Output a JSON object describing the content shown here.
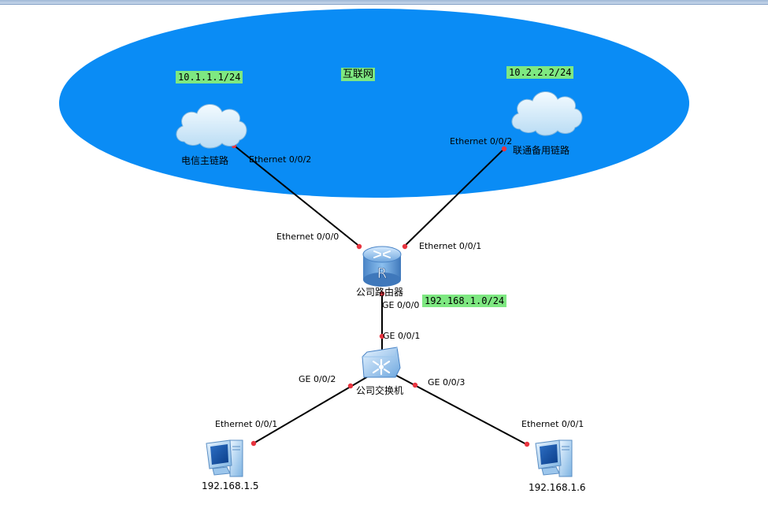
{
  "internet": {
    "label": "互联网",
    "color": "#0a8cf5"
  },
  "clouds": {
    "telecom": {
      "label": "电信主链路",
      "ip": "10.1.1.1/24",
      "port": "Ethernet 0/0/2"
    },
    "unicom": {
      "label": "联通备用链路",
      "ip": "10.2.2.2/24",
      "port": "Ethernet 0/0/2"
    }
  },
  "router": {
    "label": "公司路由器",
    "port_e0": "Ethernet 0/0/0",
    "port_e1": "Ethernet 0/0/1",
    "port_ge0": "GE 0/0/0",
    "lan_subnet": "192.168.1.0/24"
  },
  "switch": {
    "label": "公司交换机",
    "port_ge1": "GE 0/0/1",
    "port_ge2": "GE 0/0/2",
    "port_ge3": "GE 0/0/3"
  },
  "pcs": {
    "pc1": {
      "ip": "192.168.1.5",
      "port": "Ethernet 0/0/1"
    },
    "pc2": {
      "ip": "192.168.1.6",
      "port": "Ethernet 0/0/1"
    }
  },
  "colors": {
    "link": "#000000",
    "port_dot": "#e8343f",
    "ip_tag": "#7ee881"
  },
  "icons": {
    "cloud": "cloud-icon",
    "router": "router-icon",
    "switch": "switch-icon",
    "pc": "pc-icon"
  }
}
